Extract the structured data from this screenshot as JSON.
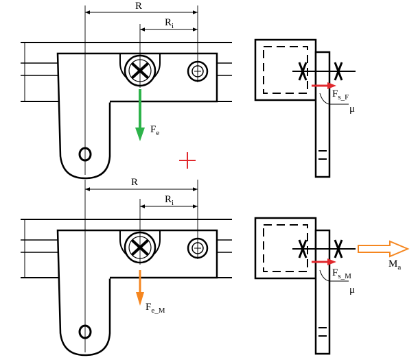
{
  "top_view": {
    "dim_outer": {
      "main": "R",
      "sub": ""
    },
    "dim_inner": {
      "main": "R",
      "sub": "i"
    },
    "force": {
      "main": "F",
      "sub": "e"
    }
  },
  "top_side": {
    "friction_force": {
      "main": "F",
      "sub": "s_F"
    },
    "coefficient": "μ"
  },
  "bottom_view": {
    "dim_outer": {
      "main": "R",
      "sub": ""
    },
    "dim_inner": {
      "main": "R",
      "sub": "i"
    },
    "force": {
      "main": "F",
      "sub": "e_M"
    }
  },
  "bottom_side": {
    "friction_force": {
      "main": "F",
      "sub": "s_M"
    },
    "coefficient": "μ",
    "moment": {
      "main": "M",
      "sub": "a"
    }
  },
  "colors": {
    "line": "#000000",
    "green_force": "#2db34a",
    "orange_force": "#f5861f",
    "red_marker": "#e0282d"
  }
}
